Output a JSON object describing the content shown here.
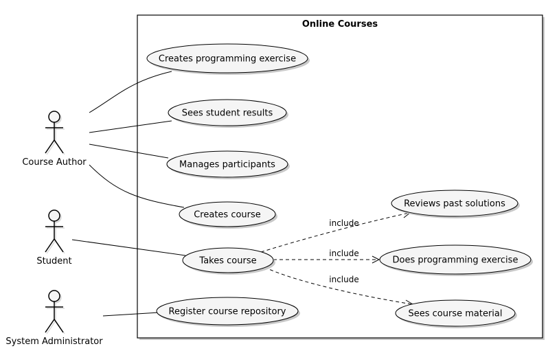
{
  "system": {
    "title": "Online Courses"
  },
  "actors": {
    "author": "Course Author",
    "student": "Student",
    "admin": "System Administrator"
  },
  "use_cases": {
    "create_exercise": "Creates programming exercise",
    "see_results": "Sees student results",
    "manage_participants": "Manages participants",
    "create_course": "Creates course",
    "take_course": "Takes course",
    "register_repository": "Register course repository",
    "review_solutions": "Reviews past solutions",
    "do_exercise": "Does programming exercise",
    "see_material": "Sees course material"
  },
  "relations": {
    "include_review": "include",
    "include_exercise": "include",
    "include_material": "include"
  }
}
